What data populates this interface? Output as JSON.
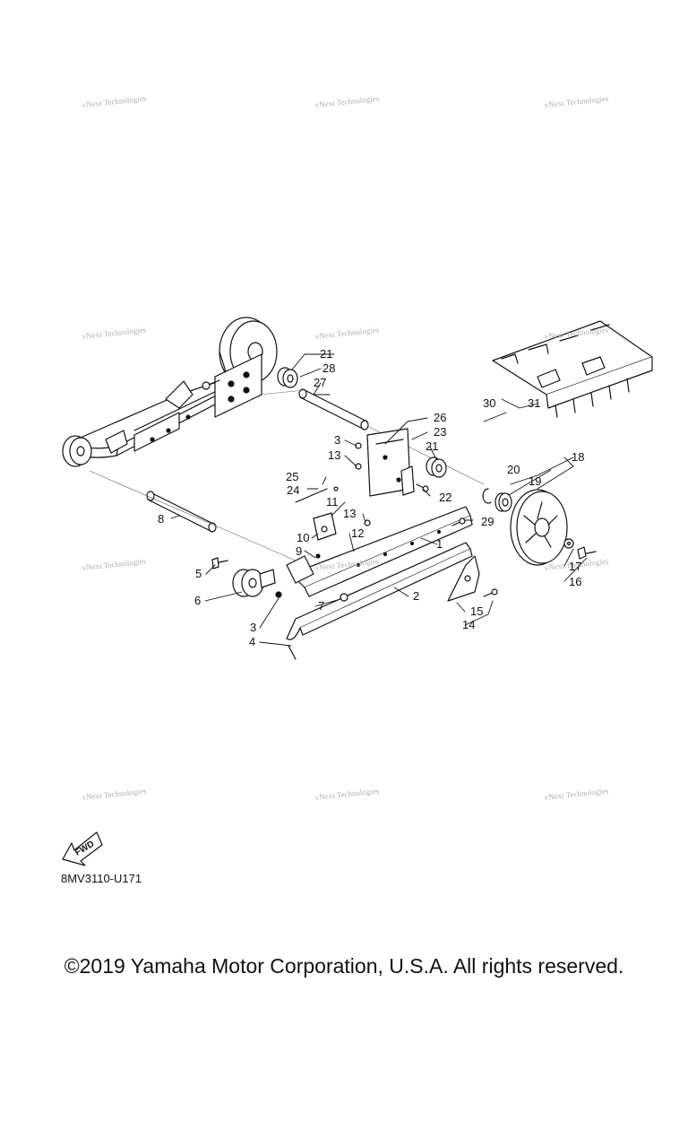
{
  "watermark_text": "vNext Technologies",
  "fwd_label": "FWD",
  "diagram_code": "8MV3110-U171",
  "copyright": "©2019 Yamaha Motor Corporation, U.S.A. All rights reserved.",
  "callouts": {
    "c1": "1",
    "c2": "2",
    "c3a": "3",
    "c3b": "3",
    "c4": "4",
    "c5": "5",
    "c6": "6",
    "c7": "7",
    "c8": "8",
    "c9": "9",
    "c10": "10",
    "c11": "11",
    "c12": "12",
    "c13a": "13",
    "c13b": "13",
    "c14": "14",
    "c15": "15",
    "c16": "16",
    "c17": "17",
    "c18": "18",
    "c19": "19",
    "c20": "20",
    "c21a": "21",
    "c21b": "21",
    "c22": "22",
    "c23": "23",
    "c24": "24",
    "c25": "25",
    "c26": "26",
    "c27": "27",
    "c28": "28",
    "c29": "29",
    "c30": "30",
    "c31": "31"
  }
}
